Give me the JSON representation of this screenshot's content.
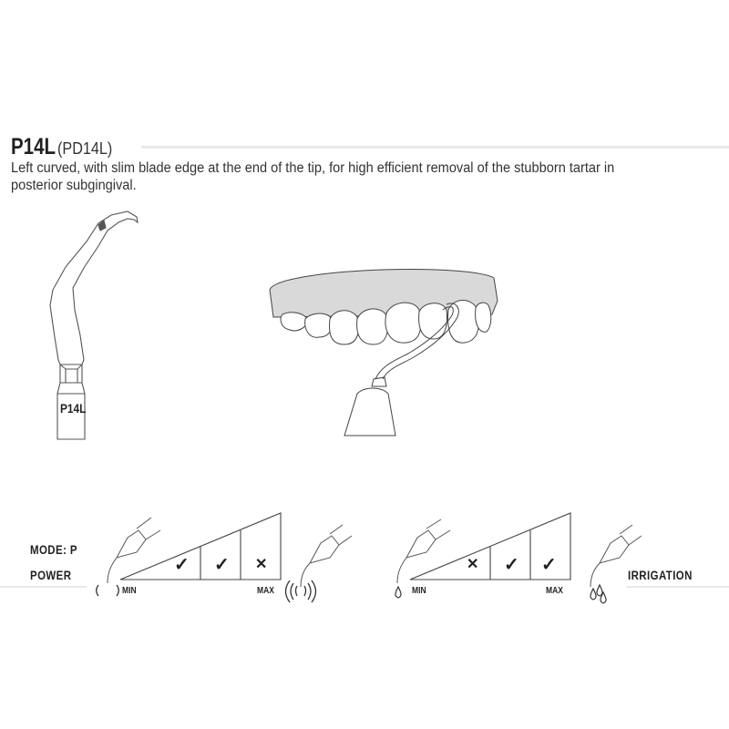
{
  "header": {
    "model_code": "P14L",
    "model_alt": "(PD14L)",
    "description": "Left curved, with slim blade edge at the end of the tip, for high efficient removal of the stubborn tartar in posterior subgingival."
  },
  "illustrations": {
    "tip_label": "P14L",
    "tip_icon": "scaler-tip-icon",
    "teeth_icon": "teeth-with-scaler-icon"
  },
  "power_scale": {
    "mode_label": "MODE: P",
    "title": "POWER",
    "min_label": "MIN",
    "max_label": "MAX",
    "cells": [
      "check",
      "check",
      "cross"
    ],
    "min_icon": "low-vibration-icon",
    "max_icon": "high-vibration-icon"
  },
  "irrigation_scale": {
    "title": "IRRIGATION",
    "min_label": "MIN",
    "max_label": "MAX",
    "cells": [
      "cross",
      "check",
      "check"
    ],
    "min_icon": "single-drop-icon",
    "max_icon": "multi-drop-icon"
  },
  "symbols": {
    "check": "✓",
    "cross": "✕"
  },
  "colors": {
    "text": "#231f20",
    "rule": "#e9e9e9",
    "gum": "#d9d9d9",
    "line": "#444444"
  }
}
